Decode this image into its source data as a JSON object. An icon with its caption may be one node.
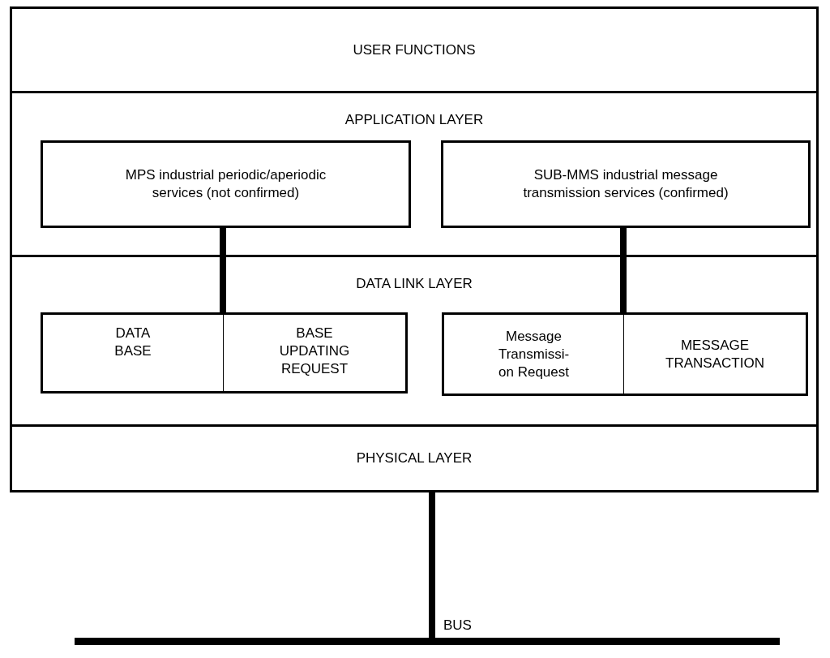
{
  "diagram": {
    "nodes": [
      {
        "text": [
          "USER FUNCTIONS"
        ]
      },
      {
        "text": [
          "APPLICATION LAYER"
        ]
      },
      {
        "text": [
          "MPS industrial periodic/aperiodic services (not confirmed)"
        ],
        "in": 1
      },
      {
        "text": [
          "SUB-MMS industrial message transmission services (confirmed)"
        ],
        "in": 1
      },
      {
        "text": [
          "DATA LINK LAYER"
        ]
      },
      {
        "text": [],
        "shape": "box",
        "in": 4
      },
      {
        "text": [
          "DATA BASE"
        ],
        "in": 5
      },
      {
        "text": [
          "BASE UPDATING REQUEST"
        ],
        "in": 5
      },
      {
        "text": [],
        "shape": "box",
        "in": 4
      },
      {
        "text": [
          "Message Transmissi- on Request"
        ],
        "in": 8
      },
      {
        "text": [
          "MESSAGE TRANSACTION"
        ],
        "in": 8
      },
      {
        "text": [
          "PHYSICAL LAYER"
        ]
      },
      {
        "text": [
          "BUS"
        ]
      }
    ],
    "edges": [
      {
        "from": 2,
        "to": 5,
        "arrow": "none"
      },
      {
        "from": 3,
        "to": 8,
        "arrow": "none"
      },
      {
        "from": 11,
        "to": 12,
        "arrow": "none"
      }
    ]
  }
}
